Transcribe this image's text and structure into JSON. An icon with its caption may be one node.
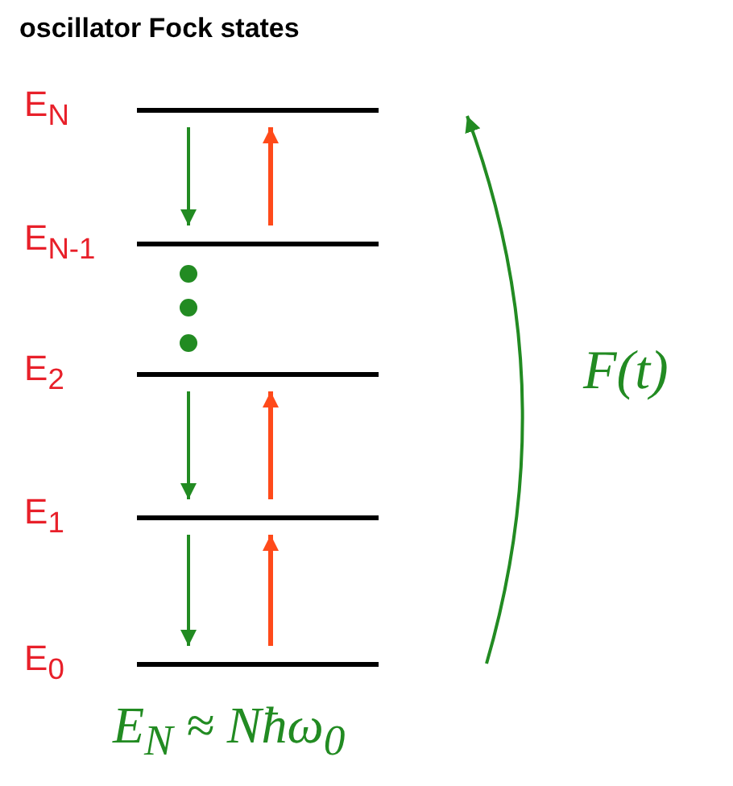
{
  "diagram": {
    "title": "oscillator Fock states",
    "nodes": [
      {
        "text": [
          "E$_{N}$"
        ]
      },
      {
        "text": [
          "E$_{N-1}$"
        ]
      },
      {
        "text": [
          "E$_{2}$"
        ]
      },
      {
        "text": [
          "E$_{1}$"
        ]
      },
      {
        "text": [
          "E$_{0}$"
        ]
      }
    ],
    "edges": [
      {
        "from": 0,
        "to": 1,
        "arrow": "to"
      },
      {
        "from": 1,
        "to": 0,
        "arrow": "to",
        "color": "#ff4a1a"
      },
      {
        "from": 2,
        "to": 3,
        "arrow": "to"
      },
      {
        "from": 3,
        "to": 2,
        "arrow": "to",
        "color": "#ff4a1a"
      },
      {
        "from": 3,
        "to": 4,
        "arrow": "to"
      },
      {
        "from": 4,
        "to": 3,
        "arrow": "to",
        "color": "#ff4a1a"
      },
      {
        "from": 4,
        "to": 0,
        "arrow": "to",
        "label": "F(t)"
      }
    ],
    "labels": [
      "E$_{N}$ ≈ Nħω$_{0}$"
    ]
  }
}
